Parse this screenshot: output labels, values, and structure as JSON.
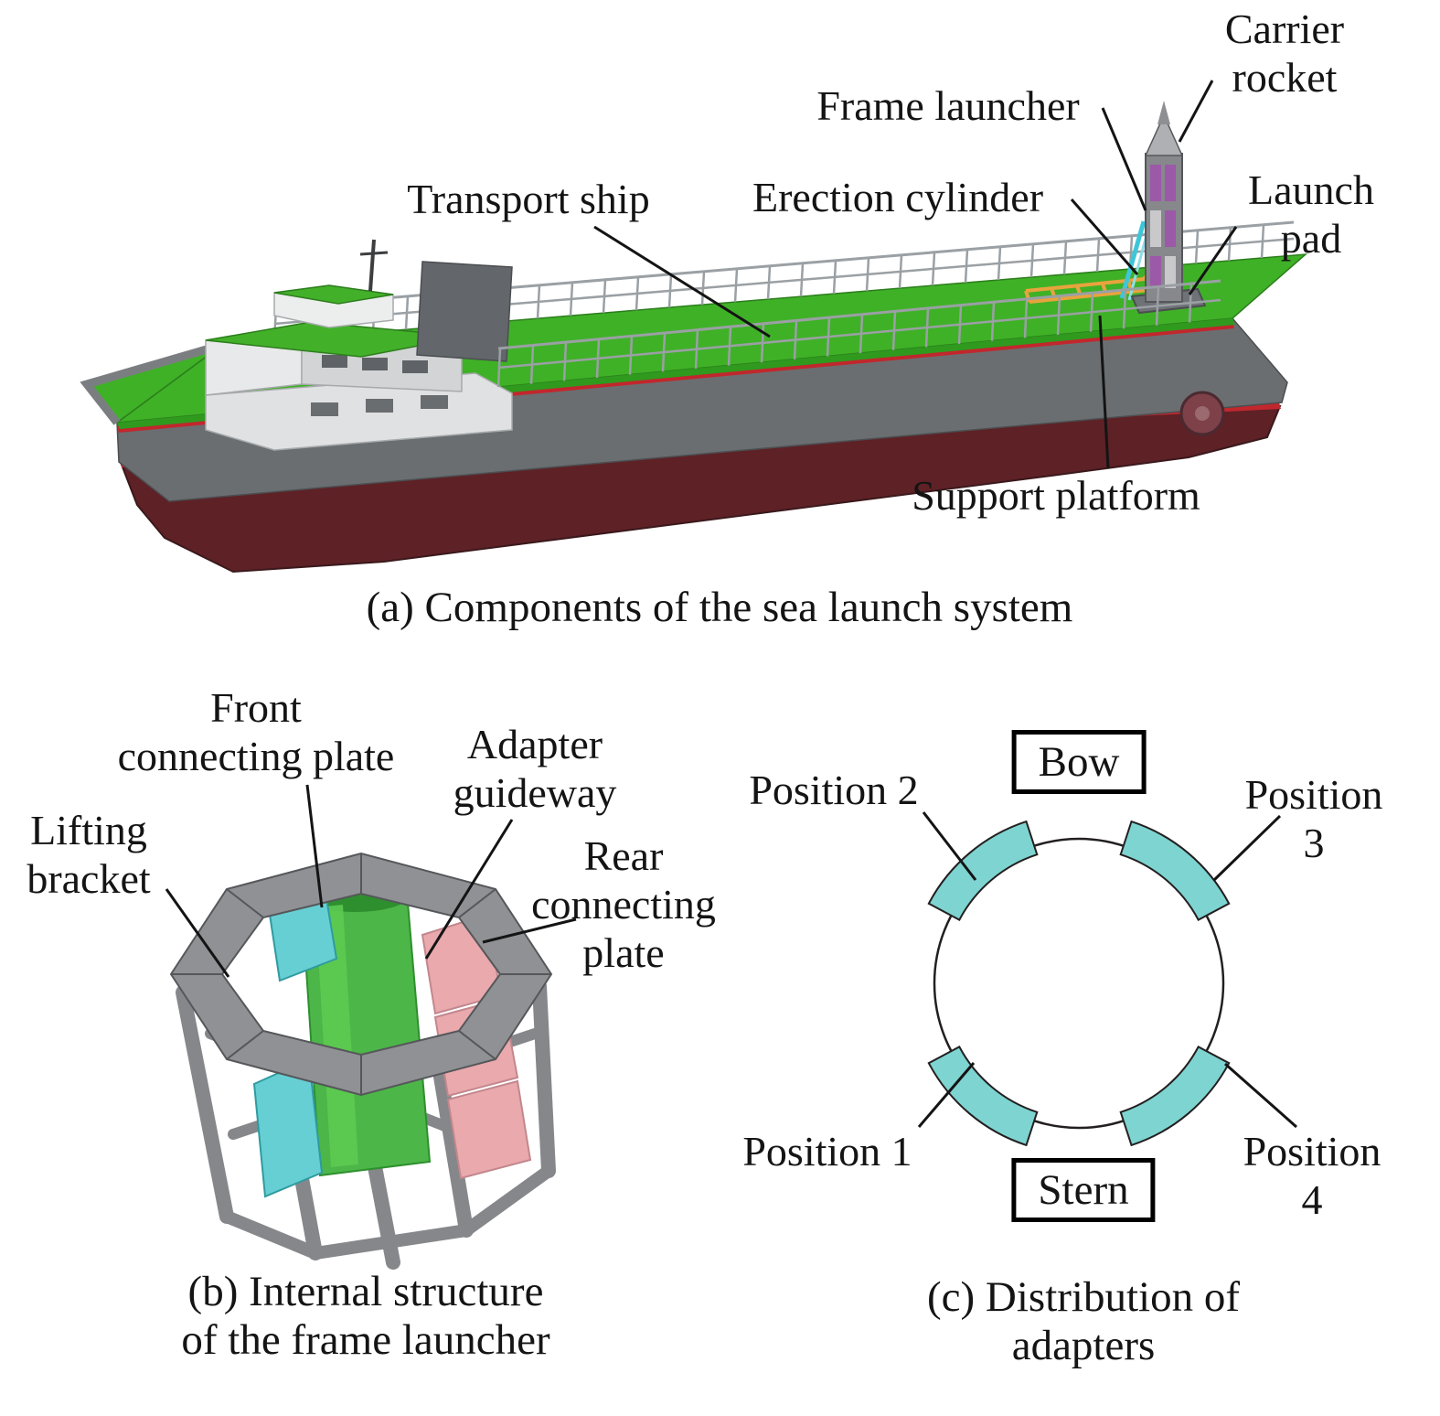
{
  "figure": {
    "panel_a": {
      "caption": "(a) Components of the sea launch system",
      "labels": {
        "transport_ship": "Transport ship",
        "frame_launcher": "Frame launcher",
        "erection_cylinder": "Erection cylinder",
        "carrier_rocket": "Carrier\nrocket",
        "launch_pad": "Launch\npad",
        "support_platform": "Support platform"
      }
    },
    "panel_b": {
      "caption": "(b) Internal structure\nof the frame launcher",
      "labels": {
        "lifting_bracket": "Lifting\nbracket",
        "front_connecting_plate": "Front\nconnecting plate",
        "adapter_guideway": "Adapter\nguideway",
        "rear_connecting_plate": "Rear\nconnecting\nplate"
      }
    },
    "panel_c": {
      "caption": "(c) Distribution of adapters",
      "bow_label": "Bow",
      "stern_label": "Stern",
      "position_labels": [
        "Position 1",
        "Position 2",
        "Position 3",
        "Position 4"
      ]
    },
    "colors": {
      "deck_green": "#3fb127",
      "hull_gray": "#6b6e70",
      "hull_maroon": "#5e2126",
      "stripe_red": "#c1272d",
      "adapter_teal": "#7ed4d0",
      "plate_pink": "#e9a9ad",
      "plate_cyan": "#66cfd3",
      "cylinder_green": "#4cb648",
      "frame_gray": "#8f9194"
    }
  }
}
